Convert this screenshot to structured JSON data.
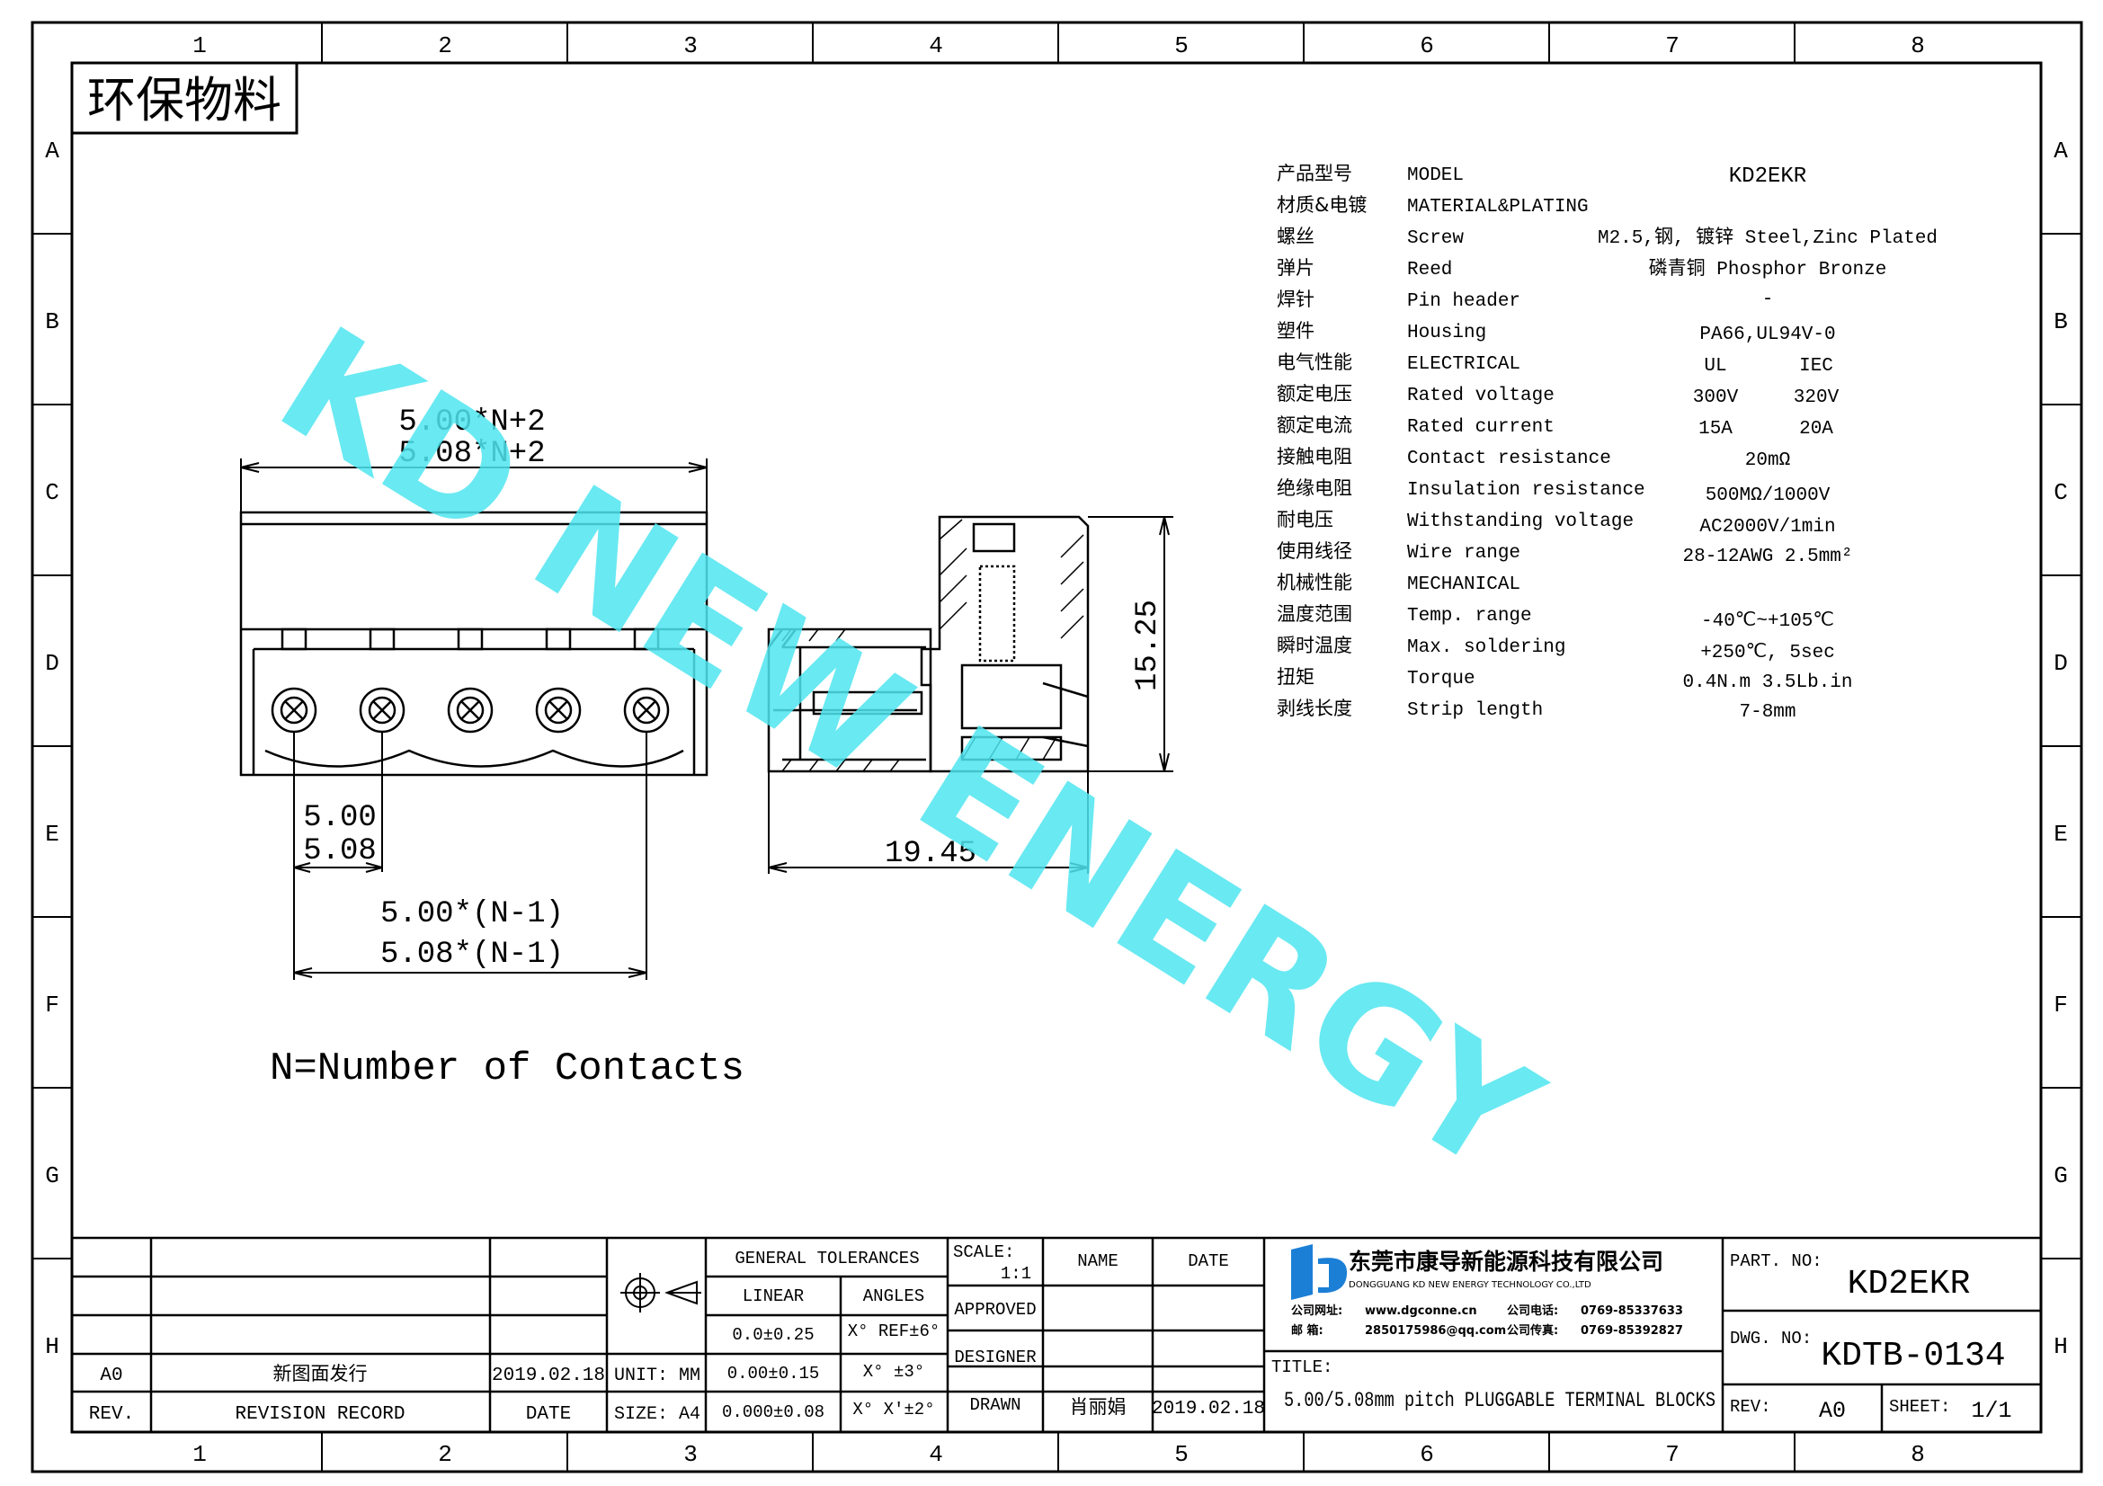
{
  "frame": {
    "columns": [
      "1",
      "2",
      "3",
      "4",
      "5",
      "6",
      "7",
      "8"
    ],
    "rows": [
      "A",
      "B",
      "C",
      "D",
      "E",
      "F",
      "G",
      "H"
    ]
  },
  "eco_label": "环保物料",
  "watermark": "KD NEW ENERGY",
  "specs": [
    {
      "cn": "产品型号",
      "en": "MODEL",
      "v1": "KD2EKR",
      "v2": ""
    },
    {
      "cn": "材质&电镀",
      "en": "MATERIAL&PLATING",
      "v1": "",
      "v2": ""
    },
    {
      "cn": "螺丝",
      "en": "Screw",
      "v1": "M2.5,钢, 镀锌 Steel,Zinc Plated",
      "v2": ""
    },
    {
      "cn": "弹片",
      "en": "Reed",
      "v1": "磷青铜 Phosphor Bronze",
      "v2": ""
    },
    {
      "cn": "焊针",
      "en": "Pin header",
      "v1": "-",
      "v2": ""
    },
    {
      "cn": "塑件",
      "en": "Housing",
      "v1": "PA66,UL94V-0",
      "v2": ""
    },
    {
      "cn": "电气性能",
      "en": "ELECTRICAL",
      "v1": "UL",
      "v2": "IEC"
    },
    {
      "cn": "额定电压",
      "en": "Rated voltage",
      "v1": "300V",
      "v2": "320V"
    },
    {
      "cn": "额定电流",
      "en": "Rated current",
      "v1": "15A",
      "v2": "20A"
    },
    {
      "cn": "接触电阻",
      "en": "Contact resistance",
      "v1": "20mΩ",
      "v2": ""
    },
    {
      "cn": "绝缘电阻",
      "en": "Insulation resistance",
      "v1": "500MΩ/1000V",
      "v2": ""
    },
    {
      "cn": "耐电压",
      "en": "Withstanding voltage",
      "v1": "AC2000V/1min",
      "v2": ""
    },
    {
      "cn": "使用线径",
      "en": "Wire range",
      "v1": "28-12AWG 2.5mm²",
      "v2": ""
    },
    {
      "cn": "机械性能",
      "en": "MECHANICAL",
      "v1": "",
      "v2": ""
    },
    {
      "cn": "温度范围",
      "en": "Temp. range",
      "v1": "-40℃~+105℃",
      "v2": ""
    },
    {
      "cn": "瞬时温度",
      "en": "Max. soldering",
      "v1": "+250℃, 5sec",
      "v2": ""
    },
    {
      "cn": "扭矩",
      "en": "Torque",
      "v1": "0.4N.m 3.5Lb.in",
      "v2": ""
    },
    {
      "cn": "剥线长度",
      "en": "Strip length",
      "v1": "7-8mm",
      "v2": ""
    }
  ],
  "dims": {
    "total_a": "5.00*N+2",
    "total_b": "5.08*N+2",
    "pitch_a": "5.00",
    "pitch_b": "5.08",
    "span_a": "5.00*(N-1)",
    "span_b": "5.08*(N-1)",
    "depth": "19.45",
    "height": "15.25"
  },
  "note": "N=Number of Contacts",
  "title_block": {
    "rev_row_rev": "A0",
    "rev_row_record": "新图面发行",
    "rev_row_date": "2019.02.18",
    "hdr_rev": "REV.",
    "hdr_record": "REVISION RECORD",
    "hdr_date": "DATE",
    "unit": "UNIT: MM",
    "size": "SIZE: A4",
    "gen_tol": "GENERAL TOLERANCES",
    "linear": "LINEAR",
    "angles": "ANGLES",
    "lin1": "0.0±0.25",
    "lin2": "0.00±0.15",
    "lin3": "0.000±0.08",
    "ang1": "X° REF±6°",
    "ang2": "X° ±3°",
    "ang3": "X° X'±2°",
    "scale_label": "SCALE:",
    "scale": "1:1",
    "approved": "APPROVED",
    "designer": "DESIGNER",
    "drawn": "DRAWN",
    "name_hdr": "NAME",
    "date_hdr": "DATE",
    "drawn_name": "肖丽娟",
    "drawn_date": "2019.02.18",
    "company_cn": "东莞市康导新能源科技有限公司",
    "company_en": "DONGGUANG KD NEW ENERGY TECHNOLOGY CO.,LTD",
    "web_label": "公司网址:",
    "web": "www.dgconne.cn",
    "mail_label": "邮    箱:",
    "mail": "2850175986@qq.com",
    "tel_label": "公司电话:",
    "tel": "0769-85337633",
    "fax_label": "公司传真:",
    "fax": "0769-85392827",
    "title_label": "TITLE:",
    "title": "5.00/5.08mm pitch PLUGGABLE TERMINAL BLOCKS",
    "part_label": "PART. NO:",
    "part": "KD2EKR",
    "dwg_label": "DWG. NO:",
    "dwg": "KDTB-0134",
    "rev_label": "REV:",
    "rev": "A0",
    "sheet_label": "SHEET:",
    "sheet": "1/1"
  },
  "colors": {
    "watermark": "#4fe6f0",
    "logo": "#1b7fd6",
    "ink": "#000000"
  }
}
